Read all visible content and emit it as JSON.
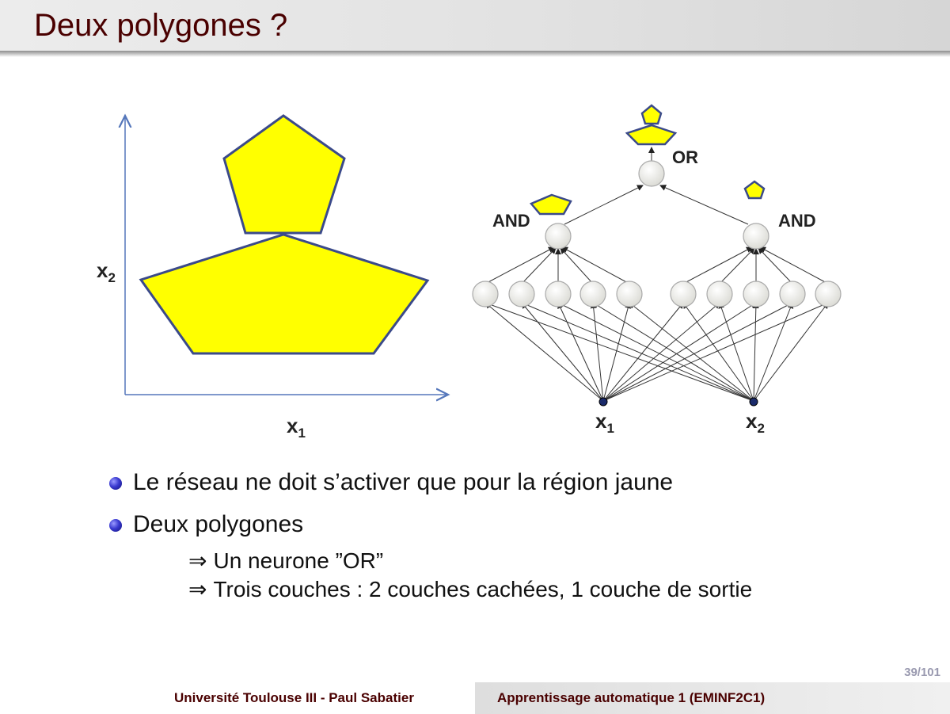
{
  "slide": {
    "title": "Deux polygones ?",
    "page_number": "39/101"
  },
  "figure": {
    "left_plot": {
      "x_axis_label": "x",
      "x_axis_sub": "1",
      "y_axis_label": "x",
      "y_axis_sub": "2"
    },
    "network": {
      "output_gate": "OR",
      "left_gate": "AND",
      "right_gate": "AND",
      "input_1_label": "x",
      "input_1_sub": "1",
      "input_2_label": "x",
      "input_2_sub": "2"
    },
    "colors": {
      "polygon_fill": "#ffff00",
      "polygon_stroke": "#3b4a8a",
      "axis": "#5577bb",
      "neuron_fill": "#ececec",
      "neuron_stroke": "#999999",
      "input_node": "#1a2a6a"
    }
  },
  "bullets": [
    {
      "text": "Le réseau ne doit s’activer que pour la région jaune"
    },
    {
      "text": "Deux polygones"
    }
  ],
  "sub_bullets": [
    {
      "arrow": "⇒",
      "text": "Un neurone ”OR”"
    },
    {
      "arrow": "⇒",
      "text": "Trois couches : 2 couches cachées, 1 couche de sortie"
    }
  ],
  "footer": {
    "left": "Université Toulouse III - Paul Sabatier",
    "right": "Apprentissage automatique 1 (EMINF2C1)"
  }
}
